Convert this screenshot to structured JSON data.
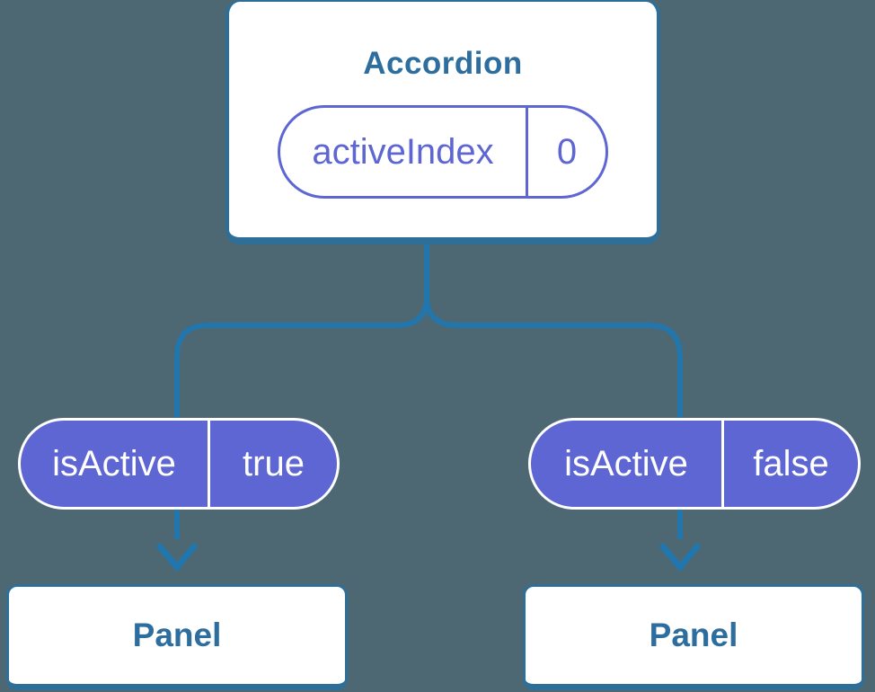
{
  "colors": {
    "background": "#4D6872",
    "connector": "#2176AE",
    "card_border": "#2E6F99",
    "card_background": "#FFFFFF",
    "heading_text": "#2D6E9E",
    "accent_purple": "#5E66D3",
    "pill_text": "#FFFFFF"
  },
  "accordion": {
    "title": "Accordion",
    "state": {
      "name": "activeIndex",
      "value": "0"
    }
  },
  "panels": [
    {
      "prop_name": "isActive",
      "prop_value": "true",
      "label": "Panel"
    },
    {
      "prop_name": "isActive",
      "prop_value": "false",
      "label": "Panel"
    }
  ]
}
